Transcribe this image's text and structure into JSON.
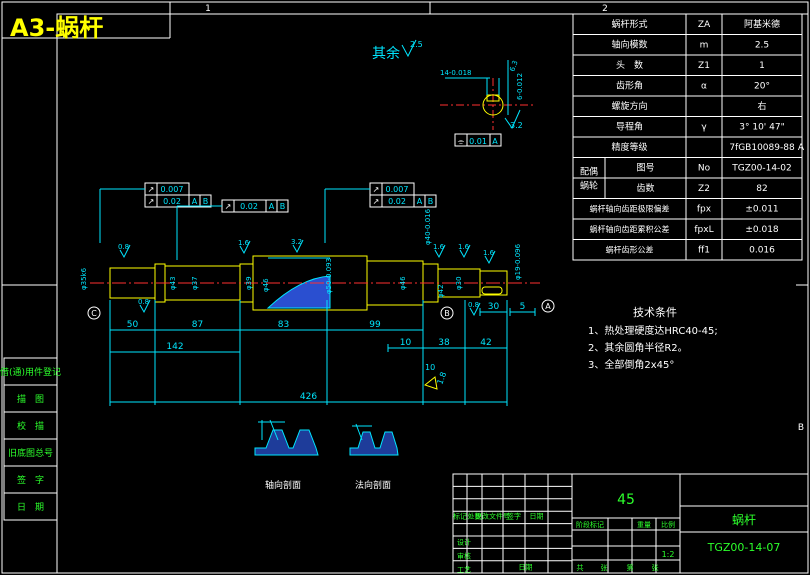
{
  "title": "A3-蜗杆",
  "colors": {
    "background": "#000000",
    "frame": "#ffffff",
    "dimension": "#00e6ff",
    "part": "#ffff00",
    "centerline": "#ff3030",
    "hatch": "#3c6bff",
    "tolerance": "#ffffff"
  },
  "frame": {
    "zones_top": [
      "1",
      "2"
    ],
    "zones_side": [
      "A",
      "B"
    ]
  },
  "roughness_note": {
    "label": "其余",
    "value": "2.5"
  },
  "parameter_table": {
    "rows": [
      {
        "name": "蜗杆形式",
        "symbol": "ZA",
        "value": "阿基米德"
      },
      {
        "name": "轴向模数",
        "symbol": "m",
        "value": "2.5"
      },
      {
        "name": "头　数",
        "symbol": "Z1",
        "value": "1"
      },
      {
        "name": "齿形角",
        "symbol": "α",
        "value": "20°"
      },
      {
        "name": "螺旋方向",
        "symbol": "",
        "value": "右"
      },
      {
        "name": "导程角",
        "symbol": "γ",
        "value": "3° 10' 47\""
      },
      {
        "name": "精度等级",
        "symbol": "",
        "value": "7fGB10089-88"
      }
    ],
    "mating": {
      "label": "配偶蜗轮",
      "rows": [
        {
          "name": "图号",
          "symbol": "No",
          "value": "TGZ00-14-02"
        },
        {
          "name": "齿数",
          "symbol": "Z2",
          "value": "82"
        }
      ]
    },
    "tolerance_rows": [
      {
        "name": "蜗杆轴向齿距极限偏差",
        "symbol": "fpx",
        "value": "±0.011"
      },
      {
        "name": "蜗杆轴向齿距累积公差",
        "symbol": "fpxL",
        "value": "±0.018"
      },
      {
        "name": "蜗杆齿形公差",
        "symbol": "ff1",
        "value": "0.016"
      }
    ]
  },
  "keyway_section": {
    "width_dim": "14-0.018",
    "depth_dim": "6-0.012",
    "angle_dim": "6.3",
    "roughness": "3.2",
    "tolerance": {
      "symbol": "⌯",
      "value": "0.01",
      "datum": "A"
    }
  },
  "tolerance_frames": [
    {
      "row1": {
        "symbol": "↗",
        "value": "0.007"
      },
      "row2": {
        "symbol": "↗",
        "value": "0.02",
        "datum": "A B"
      }
    },
    {
      "row1": {
        "symbol": "↗",
        "value": "0.02",
        "datum": "A B"
      }
    },
    {
      "row1": {
        "symbol": "↗",
        "value": "0.007"
      },
      "row2": {
        "symbol": "↗",
        "value": "0.02",
        "datum": "A B"
      }
    }
  ],
  "datums": [
    "C",
    "B",
    "A"
  ],
  "roughness_marks": [
    "0.8",
    "1.6",
    "3.2",
    "0.8",
    "1.6",
    "0.8",
    "1.6",
    "1.6"
  ],
  "diameters": [
    "φ35k6",
    "φ43",
    "φ37",
    "φ39",
    "φ46",
    "φ50-0.093",
    "φ46",
    "φ42",
    "φ30",
    "φ19-0.096",
    "φ40-0.016"
  ],
  "dimensions_horizontal": [
    "50",
    "87",
    "83",
    "99",
    "142",
    "10",
    "38",
    "42",
    "30",
    "5",
    "426"
  ],
  "dimensions_misc": [
    "10",
    "1.8"
  ],
  "tech_requirements": {
    "title": "技术条件",
    "items": [
      "1、热处理硬度达HRC40-45;",
      "2、其余圆角半径R2。",
      "3、全部倒角2x45°"
    ]
  },
  "section_views": [
    {
      "label": "轴向剖面"
    },
    {
      "label": "法向剖面"
    }
  ],
  "side_block": [
    "借(通)用件登记",
    "描　图",
    "校　描",
    "旧底图总号",
    "签　字",
    "日　期"
  ],
  "title_block": {
    "quantity": "45",
    "part_name": "蜗杆",
    "drawing_no": "TGZ00-14-07",
    "scale": "1:2",
    "headers": [
      "标记",
      "处数",
      "更改文件号",
      "签字",
      "日期"
    ],
    "stage_headers": [
      "阶段标记",
      "重量",
      "比例"
    ],
    "rows": [
      "设计",
      "审核",
      "工艺"
    ],
    "labels_bottom": [
      "共",
      "张",
      "第",
      "张"
    ],
    "date_label": "日期"
  }
}
